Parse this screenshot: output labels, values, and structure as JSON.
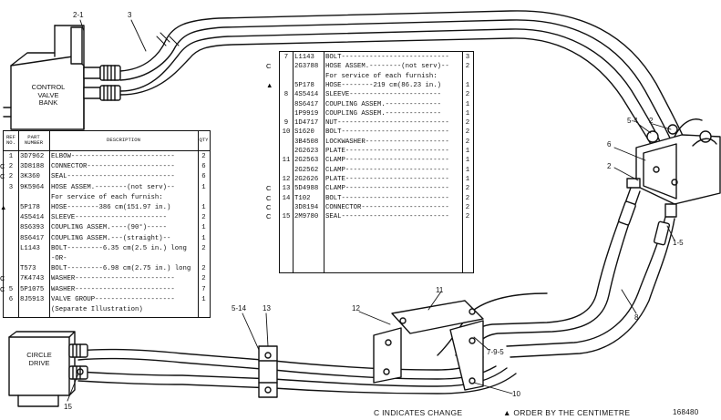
{
  "callouts": [
    "2-1",
    "3",
    "5-4",
    "2",
    "6",
    "2",
    "1-5",
    "8",
    "11",
    "12",
    "7-9-5",
    "10",
    "5-14",
    "13",
    "15"
  ],
  "components": {
    "control_valve_bank": [
      "CONTROL",
      "VALVE",
      "BANK"
    ],
    "circle_drive": [
      "CIRCLE",
      "DRIVE"
    ]
  },
  "left_table": {
    "headers": {
      "ref": "REF NO.",
      "part": "PART NUMBER",
      "desc": "DESCRIPTION",
      "qty": "QTY"
    },
    "rows": [
      {
        "mark": "",
        "ref": "1",
        "part": "3D7962",
        "desc": "ELBOW--------------------------",
        "qty": "2"
      },
      {
        "mark": "C",
        "ref": "2",
        "part": "3D8188",
        "desc": "CONNECTOR----------------------",
        "qty": "6"
      },
      {
        "mark": "C",
        "ref": "2",
        "part": "3K360",
        "desc": "SEAL---------------------------",
        "qty": "6"
      },
      {
        "mark": "",
        "ref": "3",
        "part": "9K5964",
        "desc": "HOSE ASSEM.--------(not serv)--",
        "qty": "1"
      },
      {
        "mark": "",
        "ref": "",
        "part": "",
        "desc": "  For service of each furnish:",
        "qty": ""
      },
      {
        "mark": "▲",
        "ref": "",
        "part": "5P178",
        "desc": "  HOSE--------386 cm(151.97 in.)",
        "qty": "1"
      },
      {
        "mark": "",
        "ref": "",
        "part": "4S5414",
        "desc": "  SLEEVE-----------------------",
        "qty": "2"
      },
      {
        "mark": "",
        "ref": "",
        "part": "8S6393",
        "desc": "  COUPLING ASSEM.----(90°)-----",
        "qty": "1"
      },
      {
        "mark": "",
        "ref": "",
        "part": "8S6417",
        "desc": "  COUPLING ASSEM.---(straight)--",
        "qty": "1"
      },
      {
        "mark": "",
        "ref": "",
        "part": "L1143",
        "desc": "BOLT---------6.35 cm(2.5 in.) long",
        "qty": "2"
      },
      {
        "mark": "",
        "ref": "",
        "part": "",
        "desc": "              -OR-",
        "qty": ""
      },
      {
        "mark": "",
        "ref": "",
        "part": "T573",
        "desc": "BOLT---------6.98 cm(2.75 in.) long",
        "qty": "2"
      },
      {
        "mark": "C",
        "ref": "",
        "part": "7K4743",
        "desc": "WASHER-------------------------",
        "qty": "2"
      },
      {
        "mark": "C",
        "ref": "5",
        "part": "5P1075",
        "desc": "WASHER-------------------------",
        "qty": "7"
      },
      {
        "mark": "",
        "ref": "6",
        "part": "8J5913",
        "desc": "VALVE GROUP--------------------",
        "qty": "1"
      },
      {
        "mark": "",
        "ref": "",
        "part": "",
        "desc": "      (Separate Illustration)",
        "qty": ""
      }
    ]
  },
  "right_table": {
    "rows": [
      {
        "mark": "",
        "ref": "7",
        "part": "L1143",
        "desc": "BOLT---------------------------",
        "qty": "3"
      },
      {
        "mark": "C",
        "ref": "",
        "part": "2G3788",
        "desc": "HOSE ASSEM.--------(not serv)--",
        "qty": "2"
      },
      {
        "mark": "",
        "ref": "",
        "part": "",
        "desc": "  For service of each furnish:",
        "qty": ""
      },
      {
        "mark": "▲",
        "ref": "",
        "part": "5P178",
        "desc": "  HOSE--------219 cm(86.23 in.)",
        "qty": "1"
      },
      {
        "mark": "",
        "ref": "8",
        "part": "4S5414",
        "desc": "  SLEEVE-----------------------",
        "qty": "2"
      },
      {
        "mark": "",
        "ref": "",
        "part": "8S6417",
        "desc": "  COUPLING ASSEM.--------------",
        "qty": "1"
      },
      {
        "mark": "",
        "ref": "",
        "part": "1P9919",
        "desc": "  COUPLING ASSEM.--------------",
        "qty": "1"
      },
      {
        "mark": "",
        "ref": "9",
        "part": "1D4717",
        "desc": "NUT----------------------------",
        "qty": "2"
      },
      {
        "mark": "",
        "ref": "10",
        "part": "S1620",
        "desc": "BOLT---------------------------",
        "qty": "2"
      },
      {
        "mark": "",
        "ref": "",
        "part": "3B4508",
        "desc": "LOCKWASHER---------------------",
        "qty": "2"
      },
      {
        "mark": "",
        "ref": "",
        "part": "2G2623",
        "desc": "PLATE--------------------------",
        "qty": "1"
      },
      {
        "mark": "",
        "ref": "11",
        "part": "2G2563",
        "desc": "CLAMP--------------------------",
        "qty": "1"
      },
      {
        "mark": "",
        "ref": "",
        "part": "2G2562",
        "desc": "CLAMP--------------------------",
        "qty": "1"
      },
      {
        "mark": "",
        "ref": "12",
        "part": "2G2626",
        "desc": "PLATE--------------------------",
        "qty": "1"
      },
      {
        "mark": "C",
        "ref": "13",
        "part": "5D4988",
        "desc": "CLAMP--------------------------",
        "qty": "2"
      },
      {
        "mark": "C",
        "ref": "14",
        "part": "T102",
        "desc": "BOLT---------------------------",
        "qty": "2"
      },
      {
        "mark": "C",
        "ref": "",
        "part": "3D8194",
        "desc": "CONNECTOR----------------------",
        "qty": "2"
      },
      {
        "mark": "C",
        "ref": "15",
        "part": "2M9780",
        "desc": "SEAL---------------------------",
        "qty": "2"
      }
    ]
  },
  "footer": {
    "change_note": "C INDICATES CHANGE",
    "order_note": "▲ ORDER BY THE CENTIMETRE",
    "illustration_number": "168480"
  }
}
